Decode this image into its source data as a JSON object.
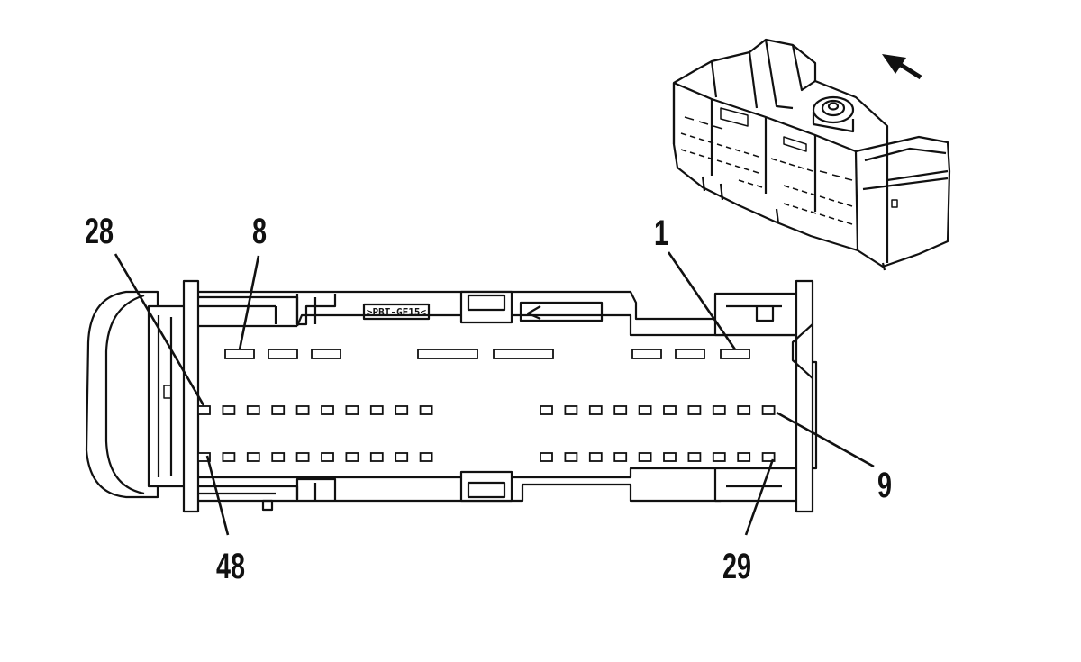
{
  "diagram": {
    "labels": {
      "pin_1": "1",
      "pin_8": "8",
      "pin_9": "9",
      "pin_28": "28",
      "pin_29": "29",
      "pin_48": "48"
    },
    "housing_badge": ">PBT-GF15<",
    "icons": {
      "orientation_arrow": "arrow-up-left-icon",
      "connector_view": "connector-isometric-icon"
    },
    "colors": {
      "line": "#111111",
      "background": "#ffffff"
    }
  }
}
